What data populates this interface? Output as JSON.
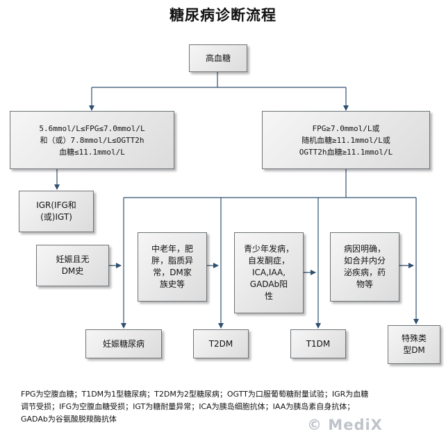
{
  "title": "糖尿病诊断流程",
  "nodes": {
    "high_glucose": "高血糖",
    "criteria_left": [
      "5.6mmol/L≤FPG≤7.0mmol/L",
      "和（或）7.8mmol/L≤OGTT2h",
      "血糖≤11.1mmol/L"
    ],
    "criteria_right": [
      "FPG≥7.0mmol/L或",
      "随机血糖≥11.1mmol/L或",
      "OGTT2h血糖≥11.1mmol/L"
    ],
    "igr": [
      "IGR(IFG和",
      "(或)IGT)"
    ],
    "pregnancy_cond": [
      "妊娠且无",
      "DM史"
    ],
    "elderly_cond": [
      "中老年，肥",
      "胖，脂质异",
      "常，DM家",
      "族史等"
    ],
    "youth_cond": [
      "青少年发病，",
      "自发酮症，",
      "ICA,IAA,",
      "GADAb阳",
      "性"
    ],
    "special_cond": [
      "病因明确，",
      "如合并内分",
      "泌疾病，药",
      "物等"
    ],
    "gdm": "妊娠糖尿病",
    "t2dm": "T2DM",
    "t1dm": "T1DM",
    "special_dm": [
      "特殊类",
      "型DM"
    ]
  },
  "footnote": [
    "FPG为空腹血糖；T1DM为1型糖尿病；T2DM为2型糖尿病；OGTT为口服葡萄糖耐量试验；IGR为血糖",
    "调节受损；IFG为空腹血糖受损；IGT为糖耐量异常；ICA为胰岛细胞抗体；IAA为胰岛素自身抗体；",
    "GADAb为谷氨酸脱羧酶抗体"
  ],
  "watermark": "© MediX",
  "colors": {
    "line": "#2f4f6f",
    "box_border": "#6d7277",
    "watermark": "#bfc3ca"
  }
}
